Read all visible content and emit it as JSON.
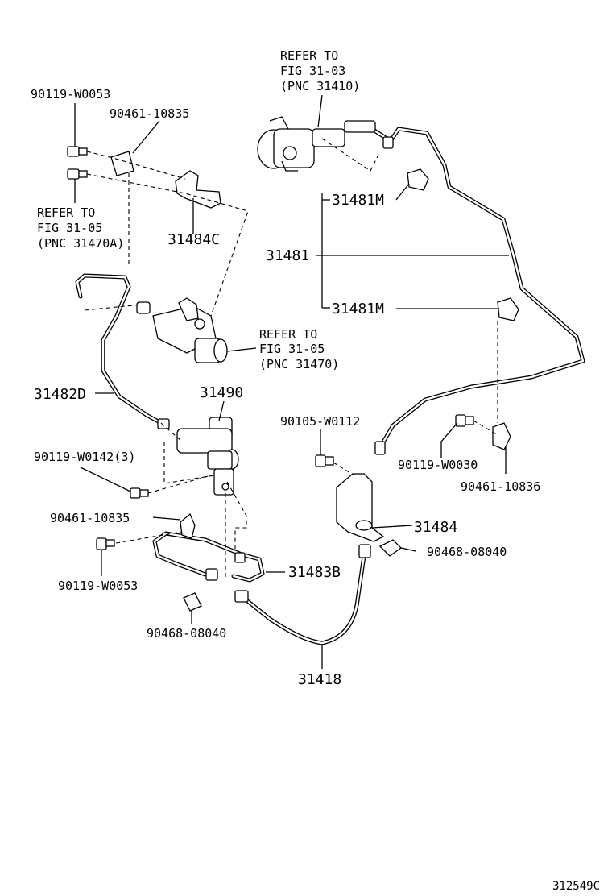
{
  "labels": {
    "refer_top_1": "REFER TO",
    "refer_top_2": "FIG 31-03",
    "refer_top_3": "(PNC 31410)",
    "bolt_top": "90119-W0053",
    "clamp_top": "90461-10835",
    "refer_left_1": "REFER TO",
    "refer_left_2": "FIG 31-05",
    "refer_left_3": "(PNC 31470A)",
    "bracket_484c": "31484C",
    "clip_m_top": "31481M",
    "tube_31481": "31481",
    "clip_m_bottom": "31481M",
    "refer_mid_1": "REFER TO",
    "refer_mid_2": "FIG 31-05",
    "refer_mid_3": "(PNC 31470)",
    "tube_482d": "31482D",
    "accum_31490": "31490",
    "bolt_0112": "90105-W0112",
    "bolt_0030": "90119-W0030",
    "bolt_0142": "90119-W0142(3)",
    "clamp_10836": "90461-10836",
    "clamp_10835_b": "90461-10835",
    "bracket_31484": "31484",
    "clip_08040_r": "90468-08040",
    "bolt_0053_b": "90119-W0053",
    "tube_483b": "31483B",
    "clip_08040_b": "90468-08040",
    "hose_31418": "31418",
    "figure_id": "312549C"
  }
}
